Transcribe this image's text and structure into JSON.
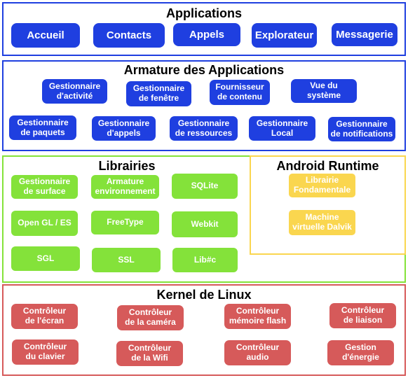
{
  "applications": {
    "title": "Applications",
    "items": [
      "Accueil",
      "Contacts",
      "Appels",
      "Explorateur",
      "Messagerie"
    ]
  },
  "framework": {
    "title": "Armature des Applications",
    "items": [
      "Gestionnaire\nd'activité",
      "Gestionnaire\nde fenêtre",
      "Fournisseur\nde contenu",
      "Vue du\nsystème",
      "Gestionnaire\nde paquets",
      "Gestionnaire\nd'appels",
      "Gestionnaire\nde ressources",
      "Gestionnaire\nLocal",
      "Gestionnaire\nde notifications"
    ]
  },
  "libraries": {
    "title": "Librairies",
    "items": [
      "Gestionnaire\nde surface",
      "Armature\nenvironnement",
      "SQLite",
      "Open GL / ES",
      "FreeType",
      "Webkit",
      "SGL",
      "SSL",
      "Lib#c"
    ]
  },
  "runtime": {
    "title": "Android Runtime",
    "items": [
      "Librairie\nFondamentale",
      "Machine\nvirtuelle Dalvik"
    ]
  },
  "kernel": {
    "title": "Kernel de Linux",
    "items": [
      "Contrôleur\nde l'écran",
      "Contrôleur\nde la caméra",
      "Contrôleur\nmémoire flash",
      "Contrôleur\nde liaison",
      "Contrôleur\ndu clavier",
      "Contrôleur\nde la Wifi",
      "Contrôleur\naudio",
      "Gestion\nd'énergie"
    ]
  },
  "colors": {
    "applications": "#1f3fe0",
    "libraries": "#84e23a",
    "runtime": "#fad64f",
    "kernel": "#d65a5a"
  }
}
